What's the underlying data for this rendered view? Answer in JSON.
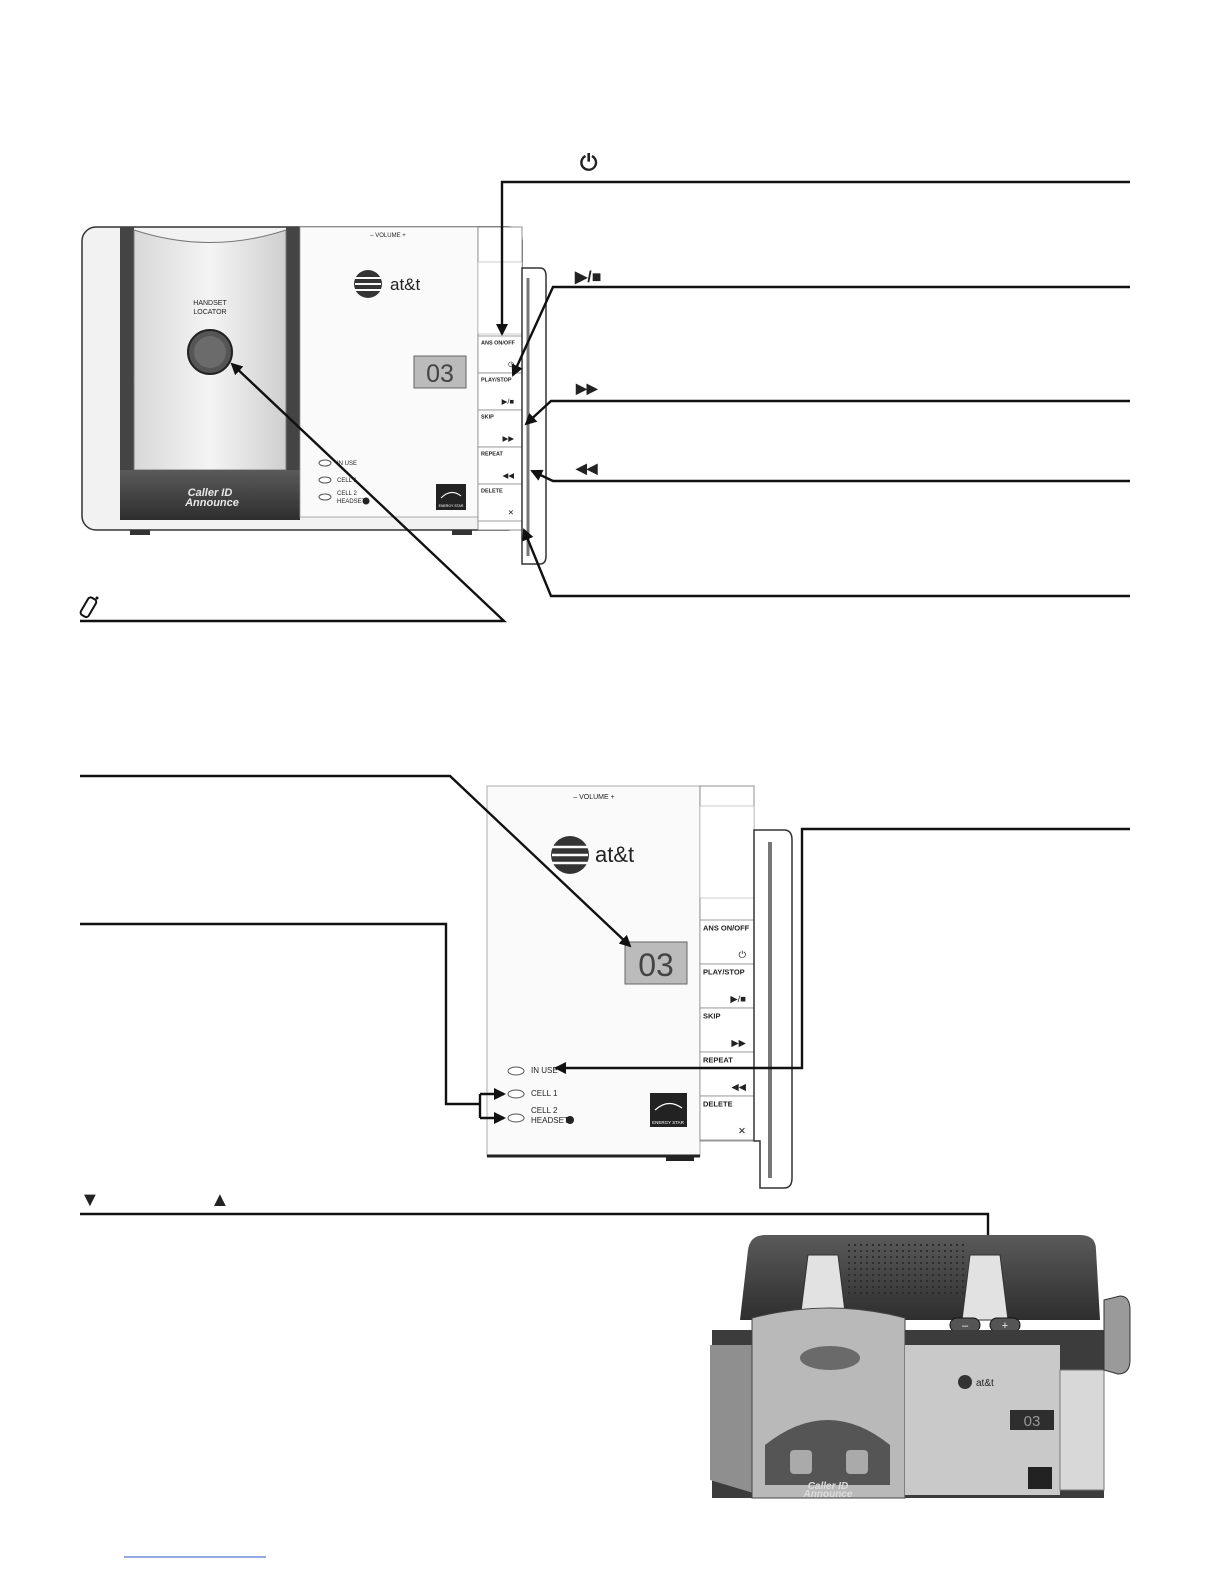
{
  "upper_unit": {
    "volume_label": "–  VOLUME  +",
    "brand": "at&t",
    "locator_label_line1": "HANDSET",
    "locator_label_line2": "LOCATOR",
    "display_value": "03",
    "buttons": [
      {
        "label": "ANS ON/OFF",
        "symbol": "⏻"
      },
      {
        "label": "PLAY/STOP",
        "symbol": "▶/■"
      },
      {
        "label": "SKIP",
        "symbol": "▶▶"
      },
      {
        "label": "REPEAT",
        "symbol": "◀◀"
      },
      {
        "label": "DELETE",
        "symbol": "✕"
      }
    ],
    "indicators": [
      "IN USE",
      "CELL 1",
      "CELL 2",
      "HEADSET"
    ],
    "caller_id_line1": "Caller ID",
    "caller_id_line2": "Announce",
    "energy_star": "ENERGY STAR"
  },
  "callout_symbols": {
    "power": "⏻",
    "play_stop": "▶/■",
    "skip": "▶▶",
    "repeat": "◀◀",
    "volume_down": "▼",
    "volume_up": "▲"
  },
  "lower_unit": {
    "volume_label": "–  VOLUME  +",
    "brand": "at&t",
    "display_value": "03",
    "buttons": [
      {
        "label": "ANS ON/OFF",
        "symbol": "⏻"
      },
      {
        "label": "PLAY/STOP",
        "symbol": "▶/■"
      },
      {
        "label": "SKIP",
        "symbol": "▶▶"
      },
      {
        "label": "REPEAT",
        "symbol": "◀◀"
      },
      {
        "label": "DELETE",
        "symbol": "✕"
      }
    ],
    "indicators": [
      "IN USE",
      "CELL 1",
      "CELL 2",
      "HEADSET"
    ],
    "energy_star": "ENERGY STAR"
  },
  "top_view": {
    "brand": "at&t",
    "display_value": "03",
    "minus": "–",
    "plus": "+",
    "caller_id_line1": "Caller ID",
    "caller_id_line2": "Announce"
  }
}
